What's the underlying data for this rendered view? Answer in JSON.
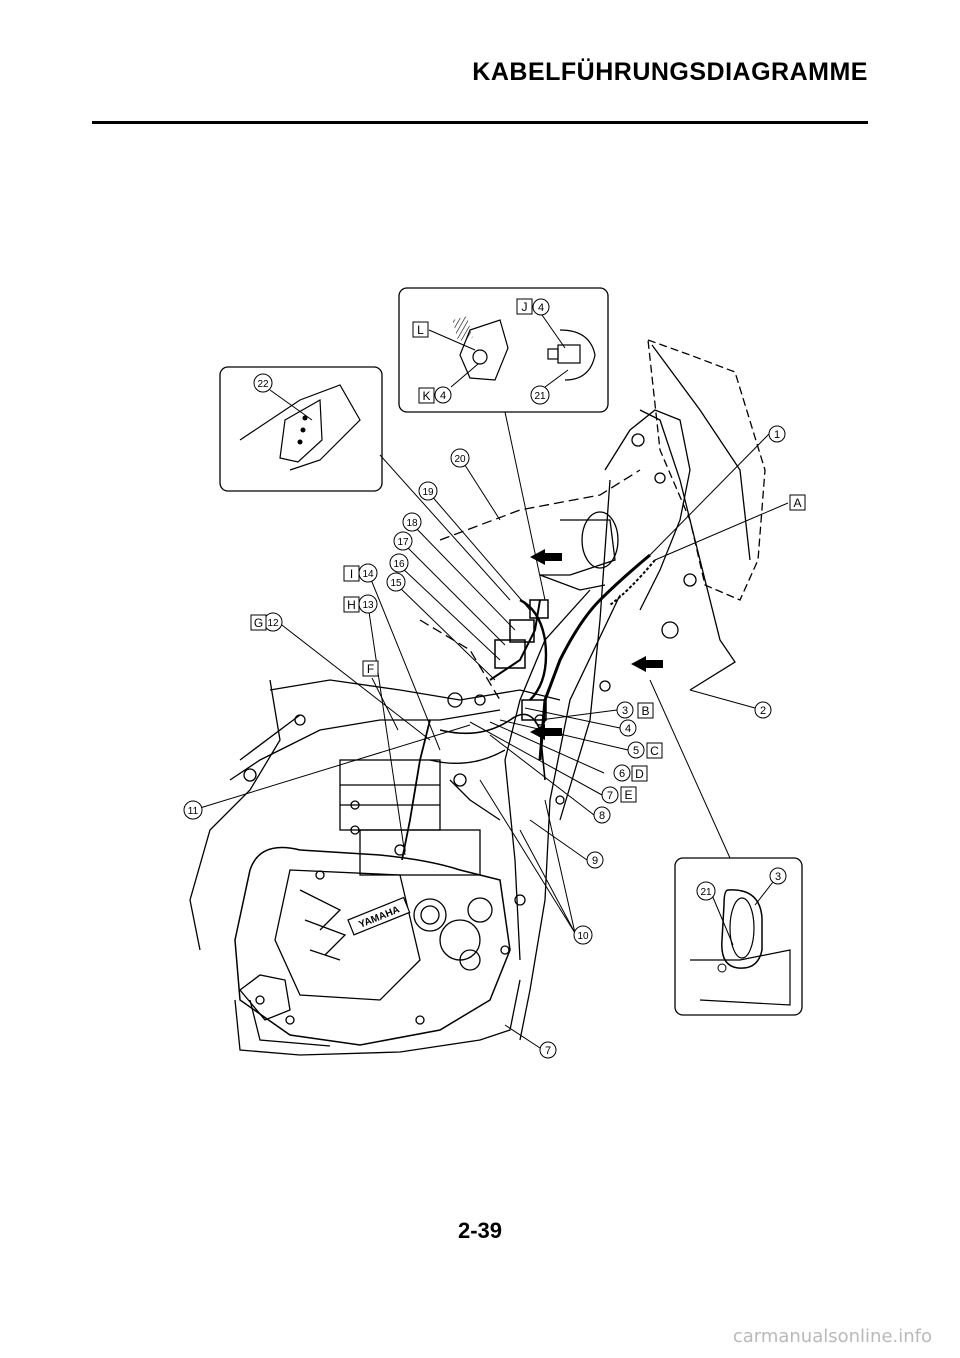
{
  "header": {
    "title": "KABELFÜHRUNGSDIAGRAMME"
  },
  "footer": {
    "page_number": "2-39",
    "watermark": "carmanualsonline.info"
  },
  "callouts": {
    "c1": "1",
    "c2": "2",
    "c3": "3",
    "c4": "4",
    "c5": "5",
    "c6": "6",
    "c7": "7",
    "c8": "8",
    "c9": "9",
    "c10": "10",
    "c11": "11",
    "c12": "12",
    "c13": "13",
    "c14": "14",
    "c15": "15",
    "c16": "16",
    "c17": "17",
    "c18": "18",
    "c19": "19",
    "c20": "20",
    "c21": "21",
    "c22": "22"
  },
  "letters": {
    "A": "A",
    "B": "B",
    "C": "C",
    "D": "D",
    "E": "E",
    "F": "F",
    "G": "G",
    "H": "H",
    "I": "I",
    "J": "J",
    "K": "K",
    "L": "L"
  },
  "logo": {
    "text": "YAMAHA"
  }
}
